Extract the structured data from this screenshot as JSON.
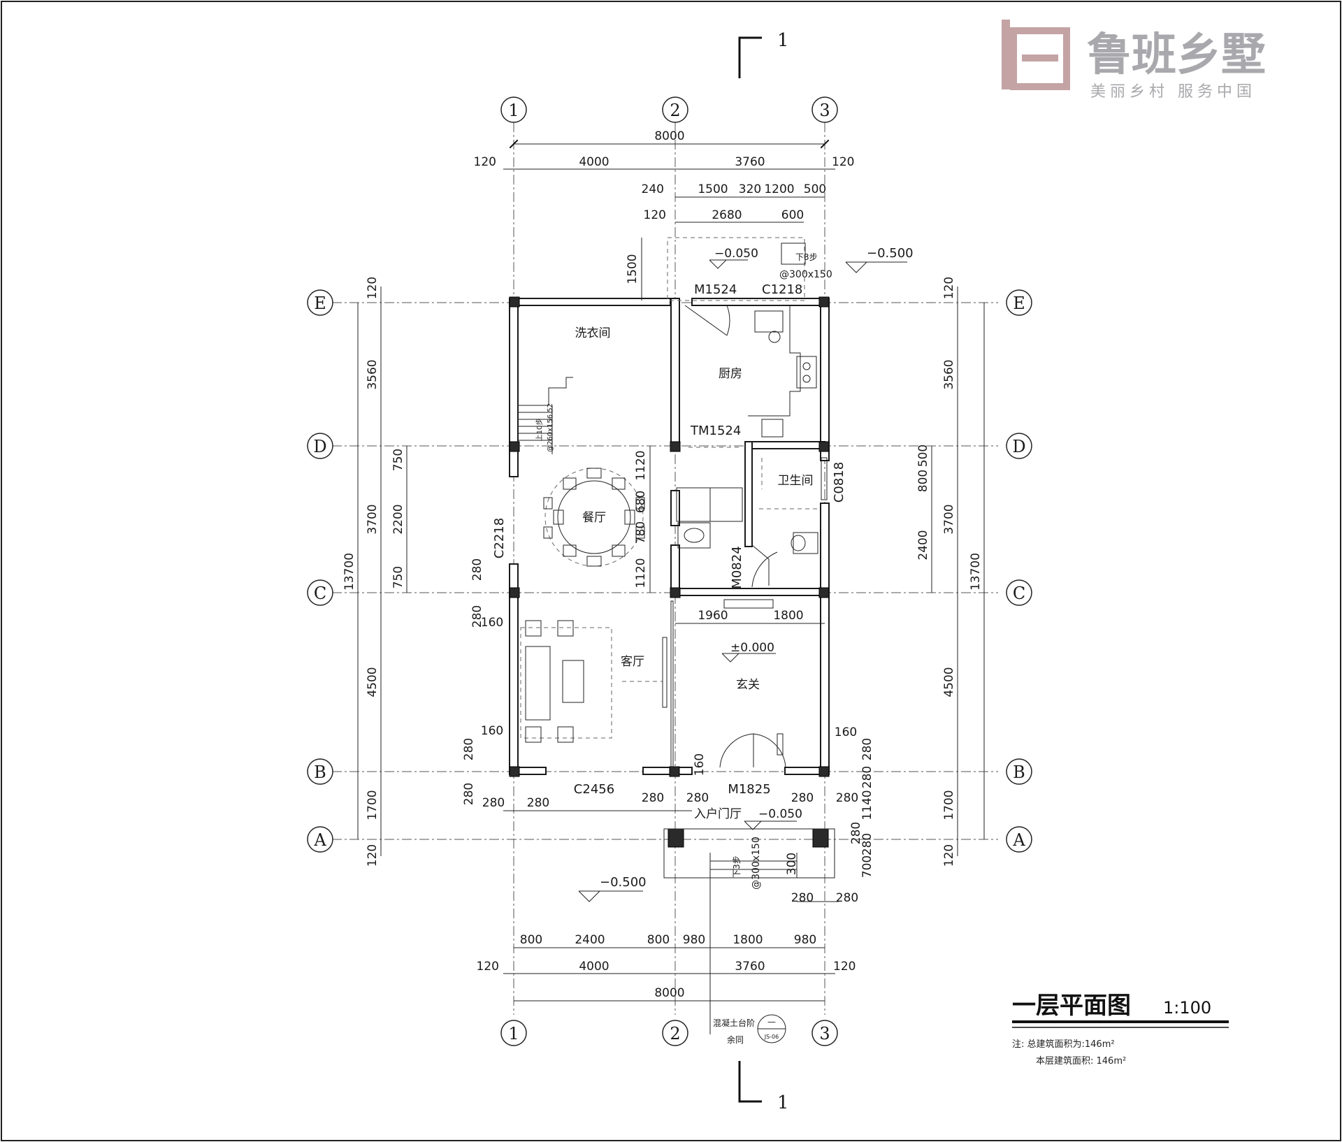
{
  "title": {
    "main": "一层平面图",
    "scale": "1:100"
  },
  "notes": [
    "注: 总建筑面积为:146m²",
    "本层建筑面积: 146m²"
  ],
  "logo": {
    "name": "鲁班乡墅",
    "slogan": "美丽乡村 服务中国"
  },
  "section_mark": "1",
  "axes": {
    "vertical": [
      "1",
      "2",
      "3"
    ],
    "horizontal": [
      "A",
      "B",
      "C",
      "D",
      "E"
    ]
  },
  "rooms": {
    "laundry": "洗衣间",
    "kitchen": "厨房",
    "bathroom": "卫生间",
    "dining": "餐厅",
    "living": "客厅",
    "foyer": "玄关",
    "entry_hall": "入户门厅"
  },
  "openings": {
    "m1524": "M1524",
    "c1218": "C1218",
    "tm1524": "TM1524",
    "c2218": "C2218",
    "c0818": "C0818",
    "m0824": "M0824",
    "c2456": "C2456",
    "m1825": "M1825"
  },
  "levels": {
    "top_left": "−0.050",
    "top_right": "−0.500",
    "zero": "±0.000",
    "entry": "−0.050",
    "bottom_left": "−0.500"
  },
  "stairs": {
    "top_steps": "下3步",
    "top_spec": "@300x150",
    "inner_steps": "上10步",
    "inner_spec": "@260x156.52",
    "bottom_steps": "下3步",
    "bottom_spec": "@300x150"
  },
  "detail_ref": {
    "line1": "混凝土台阶",
    "line2": "余同",
    "num": "—",
    "sheet": "JS-06"
  },
  "dims_top": {
    "overall": "8000",
    "row2": [
      "120",
      "4000",
      "3760",
      "120"
    ],
    "row3": [
      "240",
      "1500",
      "320",
      "1200",
      "500"
    ],
    "row4": [
      "120",
      "2680",
      "600"
    ],
    "vertical": "1500"
  },
  "dims_bottom": {
    "row1": [
      "800",
      "2400",
      "800",
      "980",
      "1800",
      "980"
    ],
    "row2": [
      "120",
      "4000",
      "3760",
      "120"
    ],
    "overall": "8000",
    "porch": [
      "280",
      "280",
      "280",
      "280",
      "280",
      "280"
    ],
    "porch_lower": [
      "280",
      "280"
    ],
    "step_depth": "300"
  },
  "dims_left": {
    "overall": "13700",
    "outer": [
      "120",
      "3560",
      "3700",
      "4500",
      "1700",
      "120"
    ],
    "inner": [
      "750",
      "2200",
      "750"
    ],
    "misc": [
      "280",
      "280",
      "160",
      "160",
      "280",
      "280"
    ]
  },
  "dims_right": {
    "overall": "13700",
    "outer": [
      "120",
      "3560",
      "3700",
      "4500",
      "1700",
      "120"
    ],
    "inner": [
      "500",
      "800",
      "2400"
    ],
    "misc": [
      "160",
      "280",
      "280",
      "1140",
      "280",
      "280",
      "700"
    ]
  },
  "dims_interior": {
    "dining_right": [
      "1120",
      "680",
      "780",
      "1120"
    ],
    "foyer_top": [
      "1960",
      "1800"
    ],
    "small": "160"
  }
}
